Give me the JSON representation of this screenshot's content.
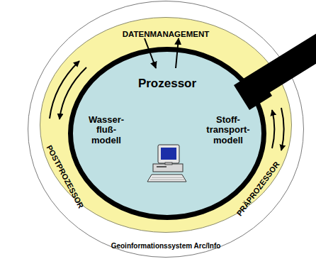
{
  "diagram": {
    "nodes": [
      {
        "text": [
          "Geoinformationssystem Arc/Info"
        ]
      },
      {
        "text": [
          "DATENMANAGEMENT",
          "PRÄPROZESSOR",
          "POSTPROZESSOR"
        ],
        "in": 0
      },
      {
        "text": [
          "Prozessor",
          "Wasser- fluß- modell",
          "Stoff- transport- modell"
        ],
        "in": 1
      }
    ],
    "edges": [
      {
        "from": 1,
        "to": 2,
        "arrow": "to"
      },
      {
        "from": 2,
        "to": 1,
        "arrow": "to"
      }
    ]
  }
}
